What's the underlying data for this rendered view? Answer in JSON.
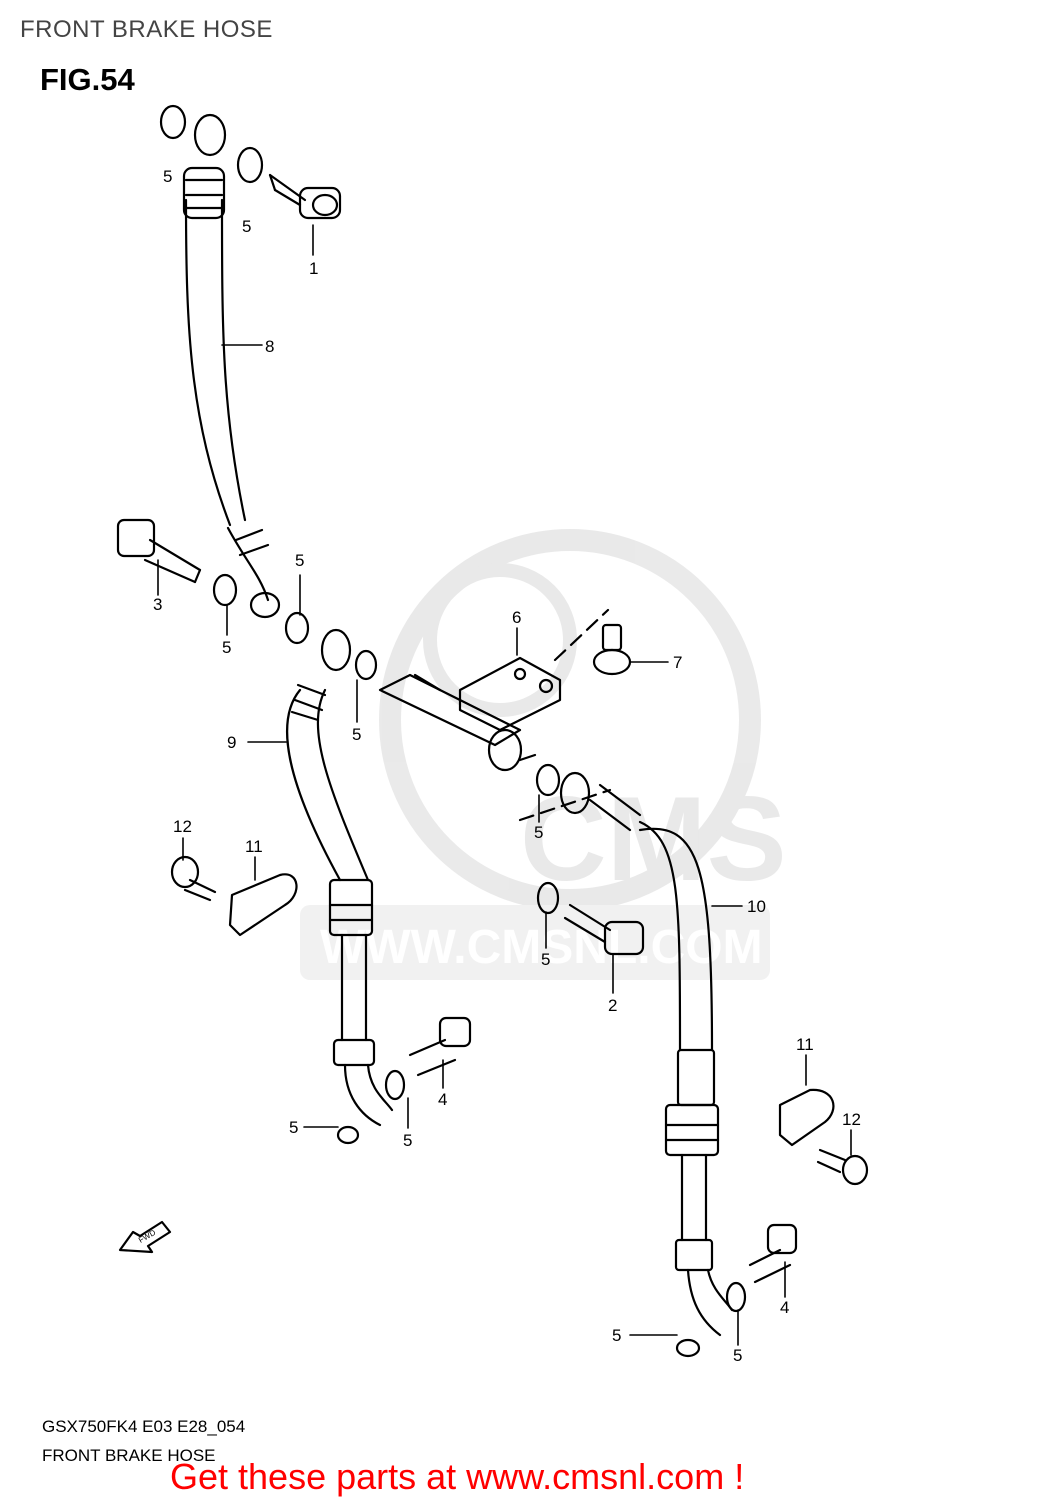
{
  "header": {
    "title": "FRONT BRAKE HOSE"
  },
  "figure": {
    "label": "FIG.54"
  },
  "watermark": {
    "text": "WWW.CMSNL.COM",
    "logo_text": "CMS"
  },
  "fwd_label": "FWD",
  "callouts": [
    {
      "text": "5"
    },
    {
      "text": "5"
    },
    {
      "text": "1"
    },
    {
      "text": "8"
    },
    {
      "text": "3"
    },
    {
      "text": "5"
    },
    {
      "text": "5"
    },
    {
      "text": "6"
    },
    {
      "text": "7"
    },
    {
      "text": "5"
    },
    {
      "text": "9"
    },
    {
      "text": "5"
    },
    {
      "text": "12"
    },
    {
      "text": "11"
    },
    {
      "text": "10"
    },
    {
      "text": "5"
    },
    {
      "text": "2"
    },
    {
      "text": "4"
    },
    {
      "text": "5"
    },
    {
      "text": "5"
    },
    {
      "text": "11"
    },
    {
      "text": "12"
    },
    {
      "text": "4"
    },
    {
      "text": "5"
    },
    {
      "text": "5"
    }
  ],
  "footer": {
    "model_code": "GSX750FK4 E03 E28_054",
    "title": "FRONT BRAKE  HOSE",
    "cta": "Get these parts at www.cmsnl.com !"
  },
  "colors": {
    "cta": "#ff0000",
    "watermark": "#e2e2e2"
  }
}
